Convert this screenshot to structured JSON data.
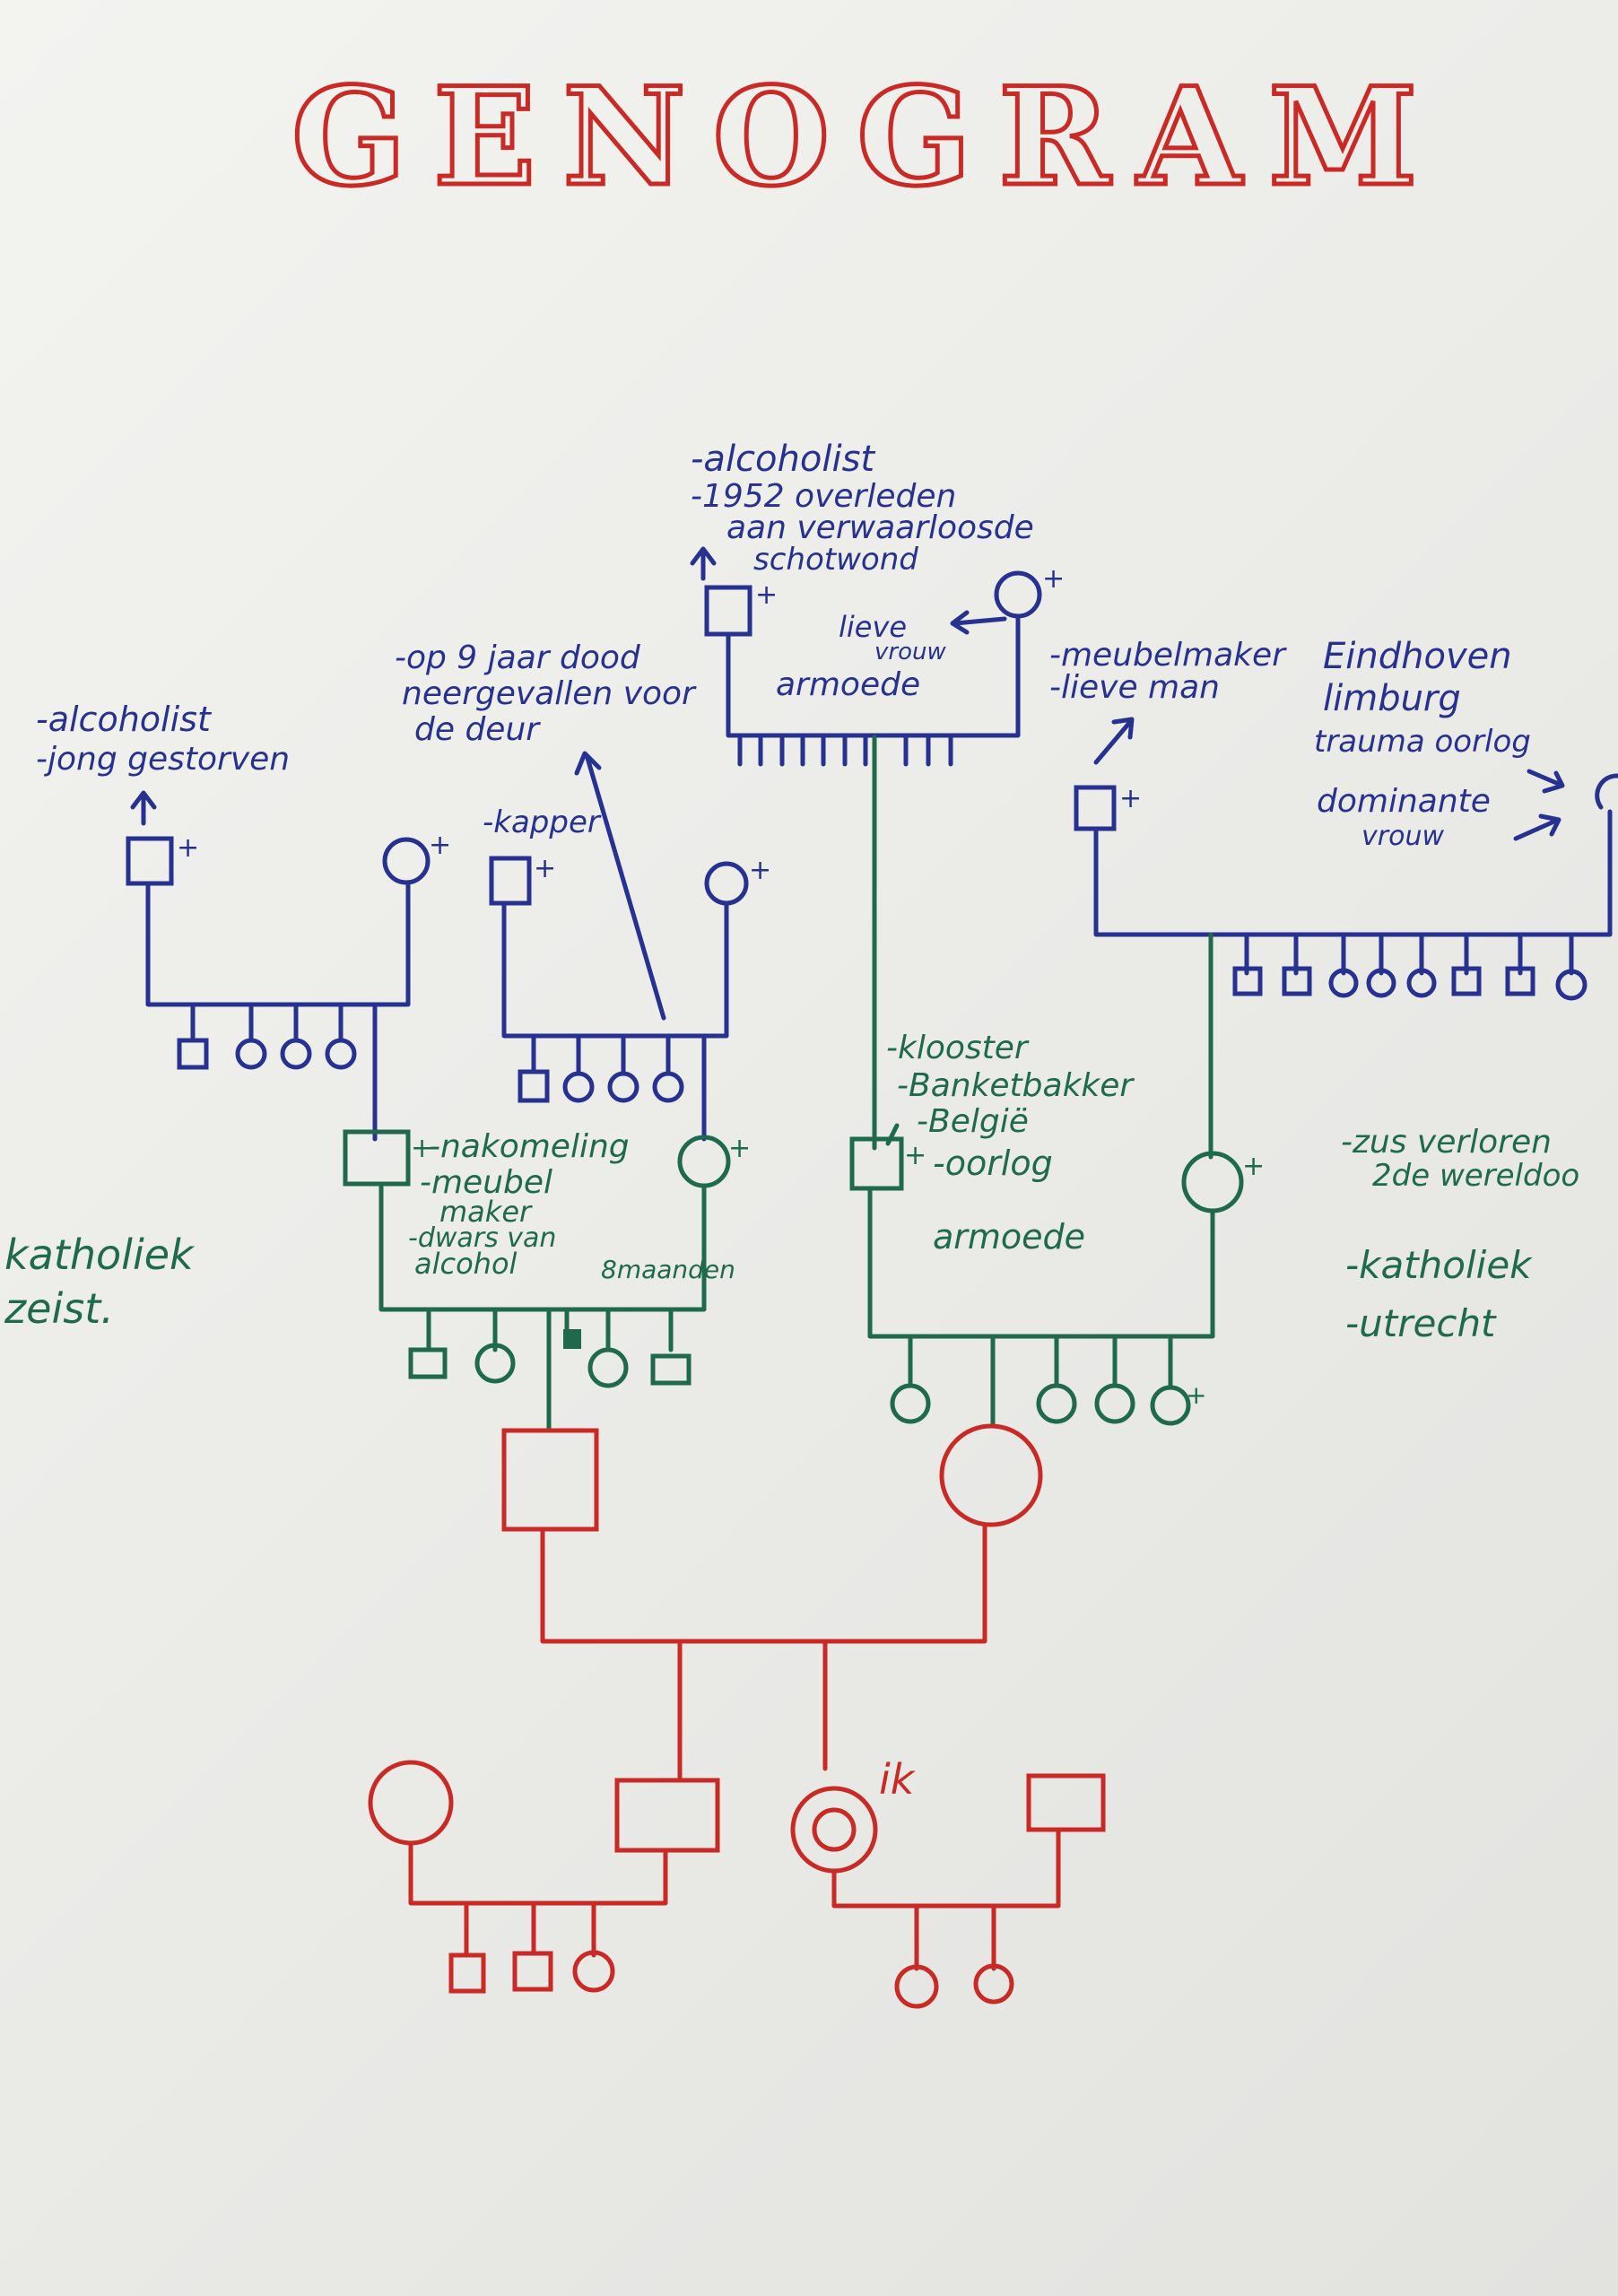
{
  "title": "GENOGRAM",
  "colors": {
    "gen1": "#27318f",
    "gen2": "#1f6a4c",
    "gen3": "#c92a25"
  },
  "notes": {
    "top_line1": "-alcoholist",
    "top_line2": "-1952 overleden",
    "top_line3": "aan verwaarloosde",
    "top_line4": "schotwond",
    "lieve_vrouw_1": "lieve",
    "lieve_vrouw_2": "vrouw",
    "armoede_top": "armoede",
    "left_alc1": "-alcoholist",
    "left_alc2": "-jong gestorven",
    "dood1": "-op 9 jaar dood",
    "dood2": "neergevallen voor",
    "dood3": "de deur",
    "kapper": "-kapper",
    "meubelmaker": "-meubelmaker",
    "lieve_man": "-lieve man",
    "eindhoven": "Eindhoven",
    "limburg": "limburg",
    "trauma": "trauma oorlog",
    "dominante1": "dominante",
    "dominante2": "vrouw",
    "nakomeling": "-nakomeling",
    "meubel": "-meubel",
    "maker": "maker",
    "dwars1": "-dwars van",
    "dwars2": "alcohol",
    "maanden": "8maanden",
    "klooster": "-klooster",
    "banketbakker": "-Banketbakker",
    "belgie": "-België",
    "oorlog": "-oorlog",
    "armoede_mid": "armoede",
    "katholiek_left": "katholiek",
    "zeist": "zeist.",
    "zus1": "-zus verloren",
    "zus2": "2de wereldoo",
    "katholiek_right": "-katholiek",
    "utrecht": "-utrecht",
    "ik": "ik",
    "plus": "+"
  }
}
